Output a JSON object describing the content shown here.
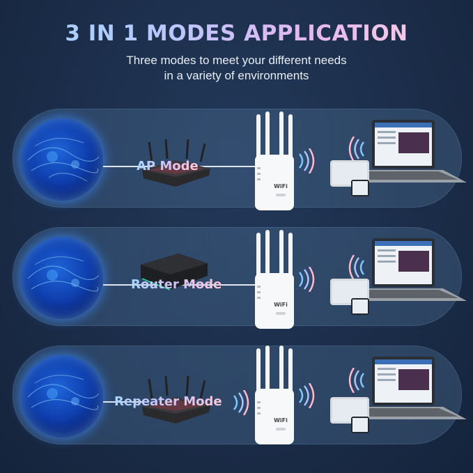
{
  "header": {
    "title": "3 IN 1 MODES APPLICATION",
    "subtitle_line1": "Three modes to meet your different needs",
    "subtitle_line2": "in a variety of environments"
  },
  "modes": [
    {
      "label": "AP Mode",
      "device_icon": "router-icon"
    },
    {
      "label": "Router Mode",
      "device_icon": "box-router-icon"
    },
    {
      "label": "Repeater Mode",
      "device_icon": "router-icon"
    }
  ],
  "repeater": {
    "brand_text": "WiFi"
  },
  "colors": {
    "background": "#1b2d49",
    "accent_blue": "#1e64d8",
    "title_gradient_start": "#9fd6ff",
    "title_gradient_end": "#ffd3df"
  }
}
